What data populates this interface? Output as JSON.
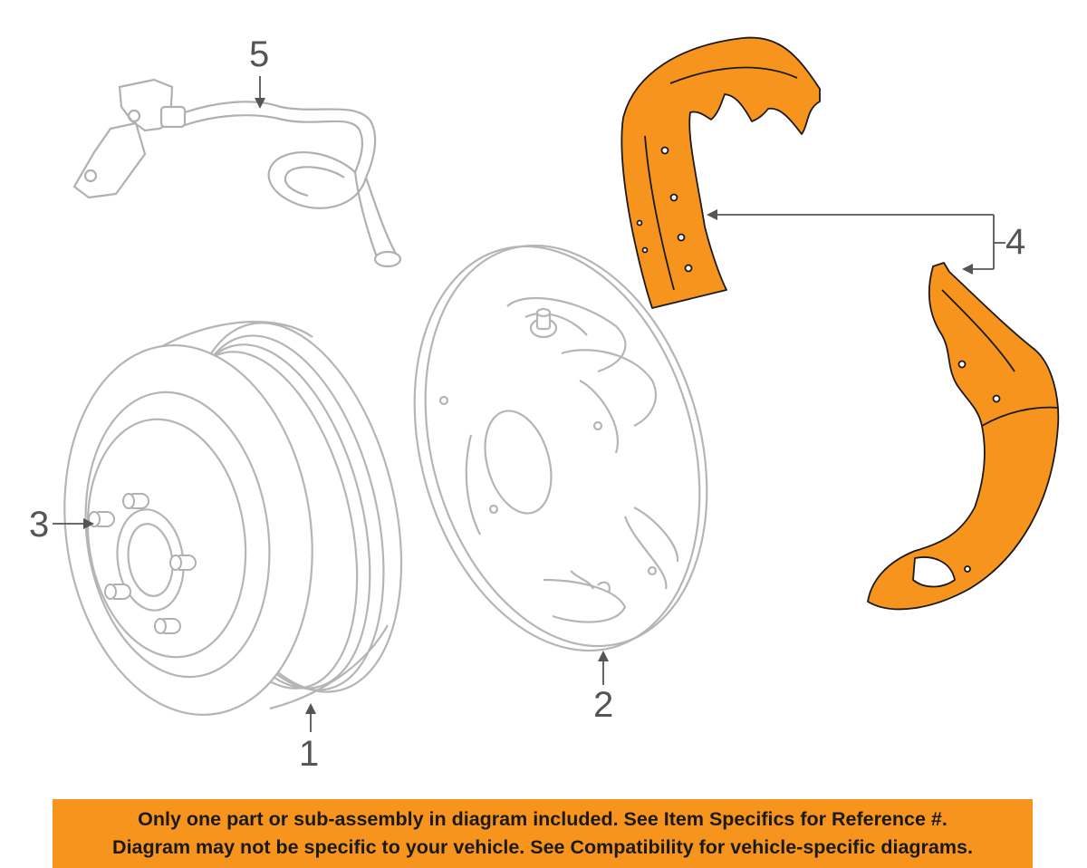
{
  "callouts": {
    "c1": "1",
    "c2": "2",
    "c3": "3",
    "c4": "4",
    "c5": "5"
  },
  "banner": {
    "line1": "Only one part or sub-assembly in diagram included. See Item Specifics for Reference #.",
    "line2": "Diagram may not be specific to your vehicle. See Compatibility for vehicle-specific diagrams."
  },
  "colors": {
    "highlight": "#f7941e",
    "outline": "#b5b5b5",
    "ink": "#1a1a1a"
  }
}
